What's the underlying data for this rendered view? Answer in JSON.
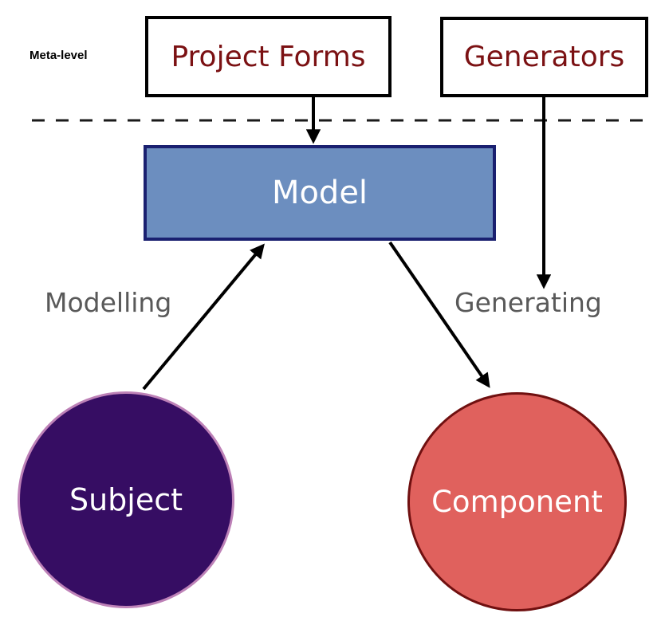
{
  "meta_label": "Meta-level",
  "nodes": {
    "project_forms": "Project Forms",
    "generators": "Generators",
    "model": "Model",
    "subject": "Subject",
    "component": "Component"
  },
  "edge_labels": {
    "modelling": "Modelling",
    "generating": "Generating"
  },
  "edges": [
    {
      "from": "Project Forms",
      "to": "Model",
      "label": ""
    },
    {
      "from": "Generators",
      "to": "Generating",
      "label": ""
    },
    {
      "from": "Subject",
      "to": "Model",
      "label": "Modelling"
    },
    {
      "from": "Model",
      "to": "Component",
      "label": "Generating"
    }
  ],
  "colors": {
    "meta_box_text": "#7B1113",
    "meta_box_border": "#000000",
    "model_fill": "#6C8EBF",
    "model_border": "#1A2070",
    "subject_fill": "#360D63",
    "subject_border": "#BD81B7",
    "component_fill": "#E0615D",
    "component_border": "#701010",
    "edge_label_text": "#595959",
    "arrow": "#000000",
    "divider": "#1A1A1A"
  }
}
